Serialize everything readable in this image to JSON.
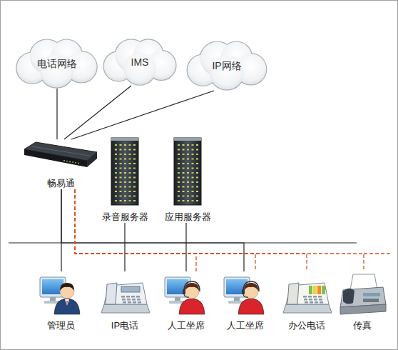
{
  "diagram": {
    "nodes": [
      {
        "text": [
          "电话网络"
        ]
      },
      {
        "text": [
          "IMS"
        ]
      },
      {
        "text": [
          "IP网络"
        ]
      },
      {
        "text": [
          "畅易通"
        ]
      },
      {
        "text": [
          "录音服务器"
        ]
      },
      {
        "text": [
          "应用服务器"
        ]
      },
      {
        "text": [
          "管理员"
        ]
      },
      {
        "text": [
          "IP电话"
        ]
      },
      {
        "text": [
          "人工坐席"
        ]
      },
      {
        "text": [
          "人工坐席"
        ]
      },
      {
        "text": [
          "办公电话"
        ]
      },
      {
        "text": [
          "传真"
        ]
      }
    ],
    "edges": [
      {
        "from": 0,
        "to": 3,
        "arrow": "none"
      },
      {
        "from": 1,
        "to": 3,
        "arrow": "none"
      },
      {
        "from": 2,
        "to": 3,
        "arrow": "none"
      },
      {
        "from": 3,
        "to": 6,
        "arrow": "none"
      },
      {
        "from": 4,
        "to": 7,
        "arrow": "none"
      },
      {
        "from": 5,
        "to": 8,
        "arrow": "none"
      },
      {
        "from": 3,
        "to": 9,
        "arrow": "none"
      },
      {
        "from": 3,
        "to": 8,
        "arrow": "none"
      },
      {
        "from": 3,
        "to": 9,
        "arrow": "none"
      },
      {
        "from": 3,
        "to": 10,
        "arrow": "none"
      },
      {
        "from": 3,
        "to": 11,
        "arrow": "none"
      }
    ]
  }
}
